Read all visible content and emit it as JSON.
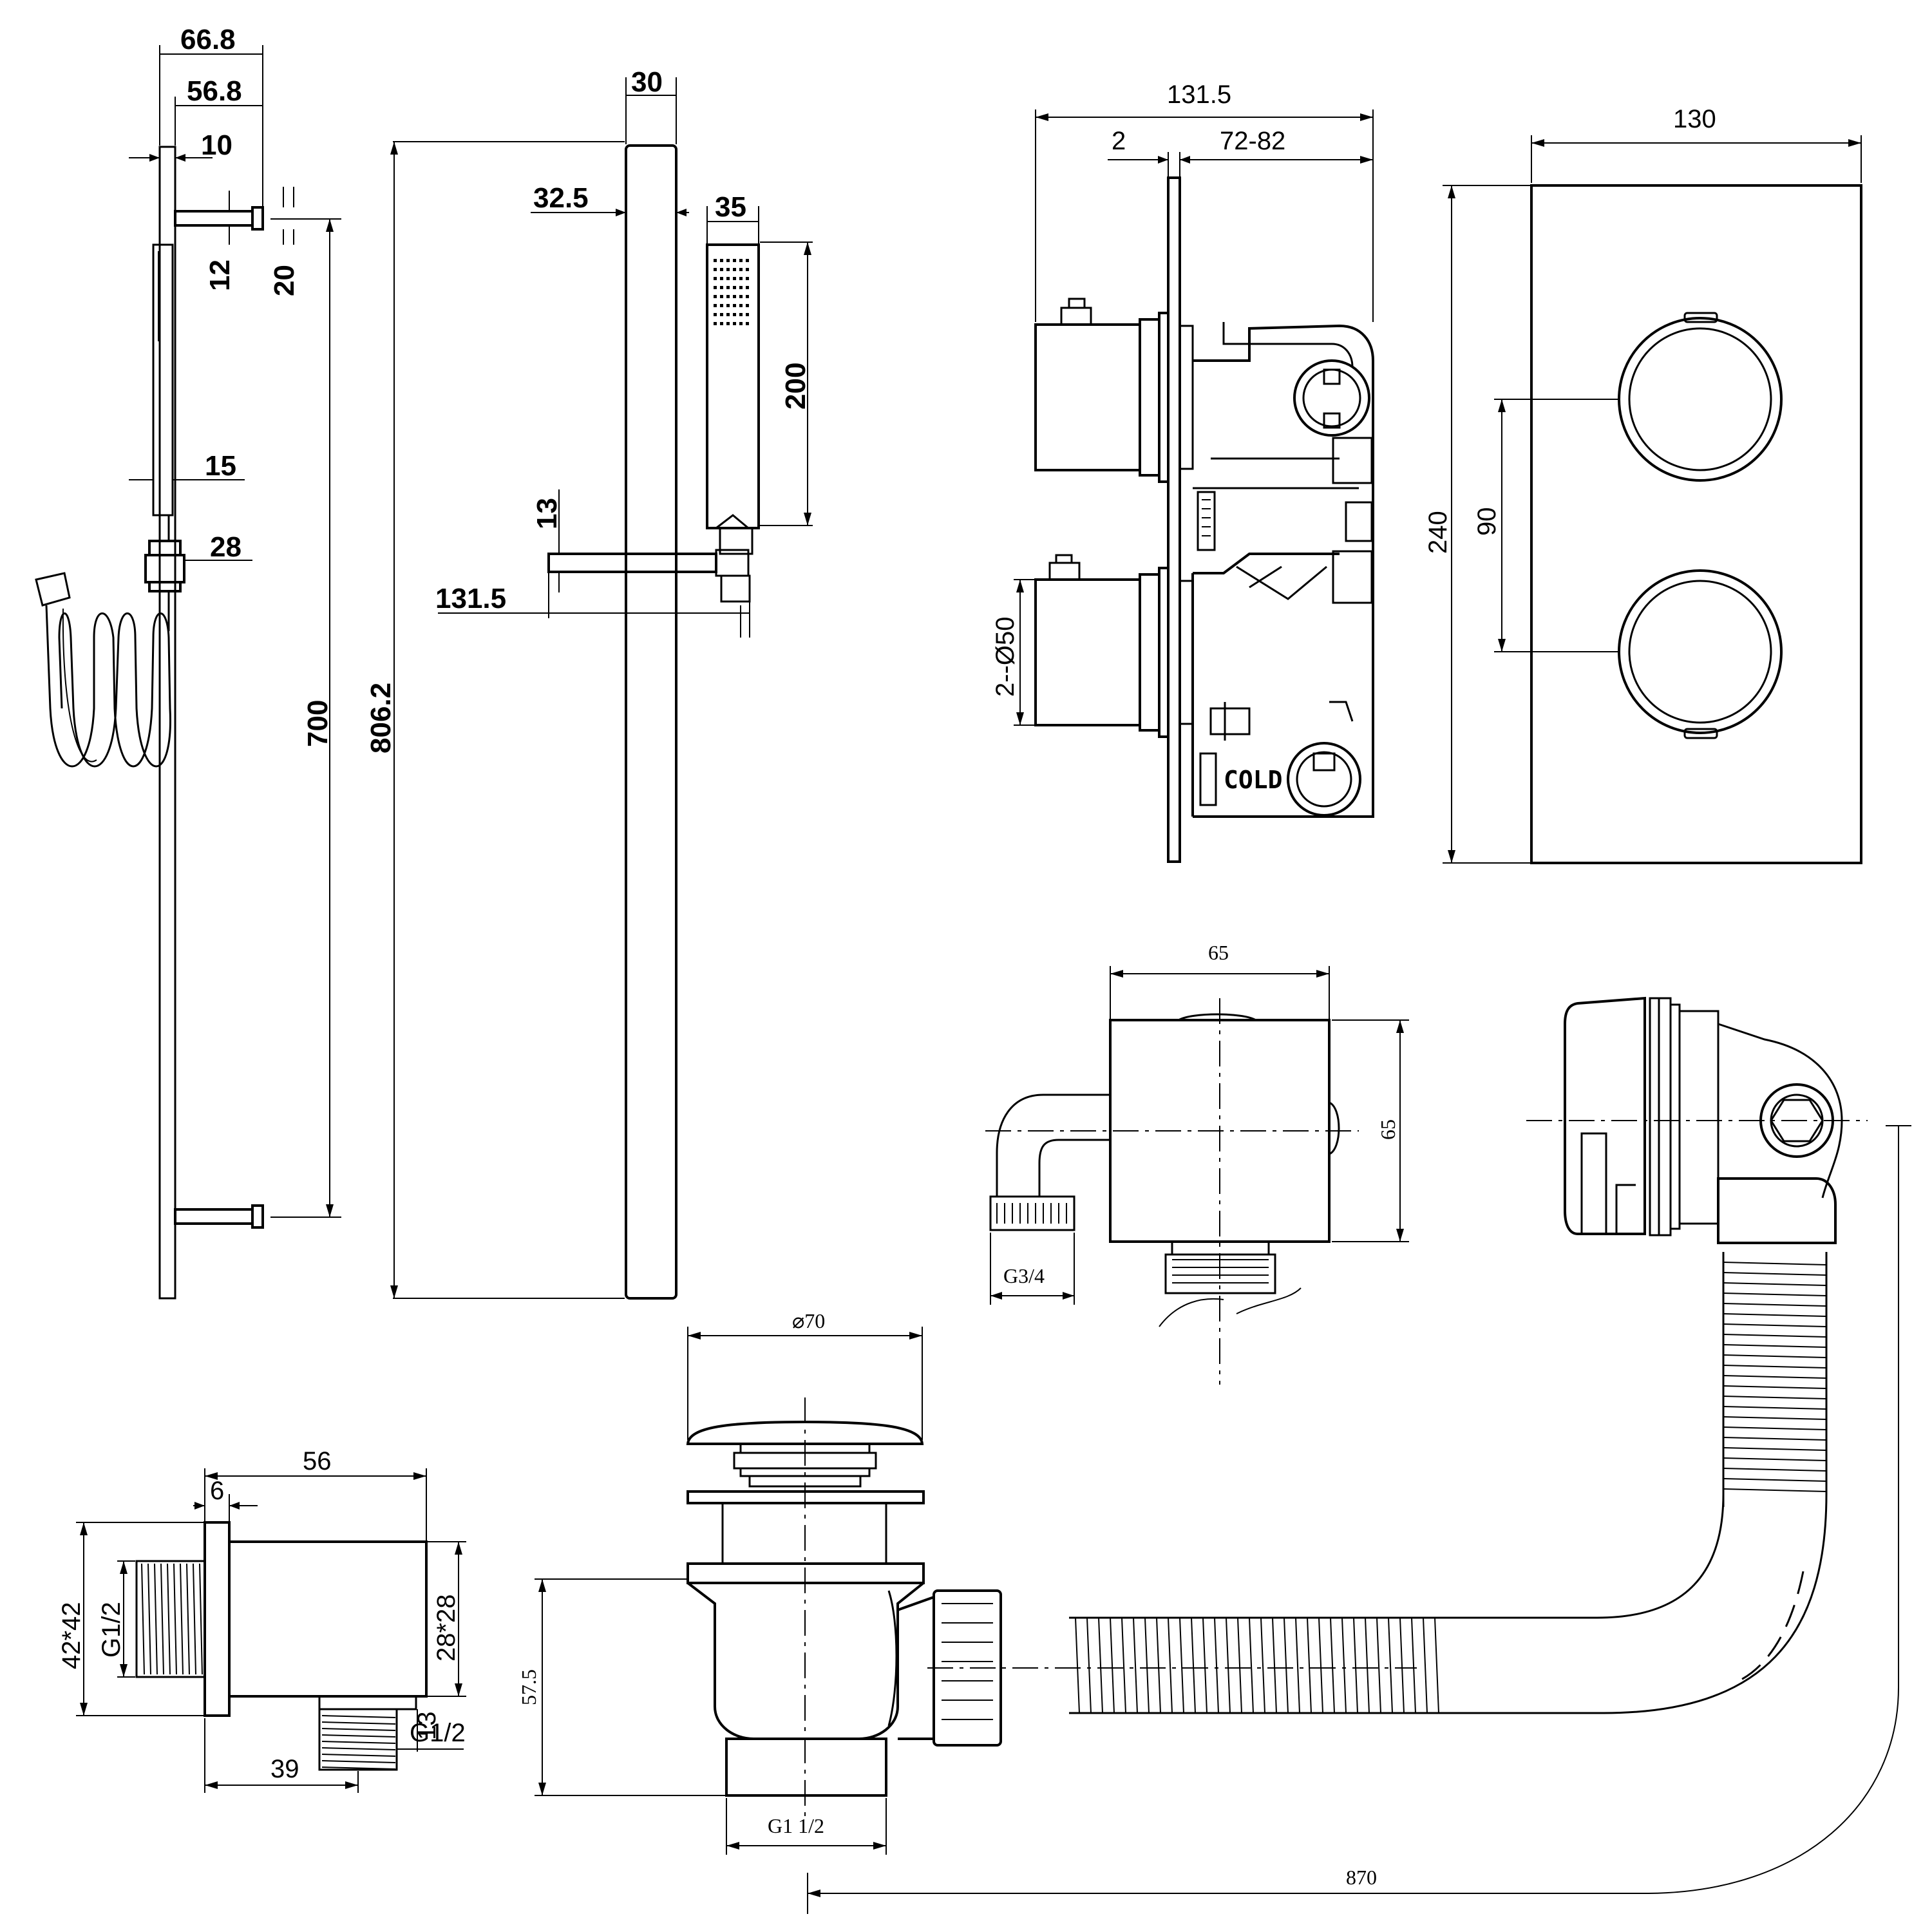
{
  "dims_riser": {
    "d668": "66.8",
    "d568": "56.8",
    "d10": "10",
    "d12": "12",
    "d20": "20",
    "d15": "15",
    "d28": "28",
    "d700": "700",
    "d8062": "806.2",
    "d30": "30",
    "d325": "32.5",
    "d35": "35",
    "d200": "200",
    "d13": "13",
    "d1315": "131.5"
  },
  "dims_valve": {
    "d1315": "131.5",
    "d2": "2",
    "d7282": "72-82",
    "d2dia50": "2--Ø50",
    "cold_label": "COLD",
    "d130": "130",
    "d240": "240",
    "d90": "90"
  },
  "dims_outlet": {
    "d56": "56",
    "d6": "6",
    "d4242": "42*42",
    "dG12a": "G1/2",
    "d2828": "28*28",
    "d13": "13",
    "dG12b": "G1/2",
    "d39": "39"
  },
  "dims_filler": {
    "d65a": "65",
    "d65b": "65",
    "dG34": "G3/4"
  },
  "dims_waste": {
    "d70": "⌀70",
    "d575": "57.5",
    "dG112": "G1  1/2",
    "d870": "870"
  }
}
